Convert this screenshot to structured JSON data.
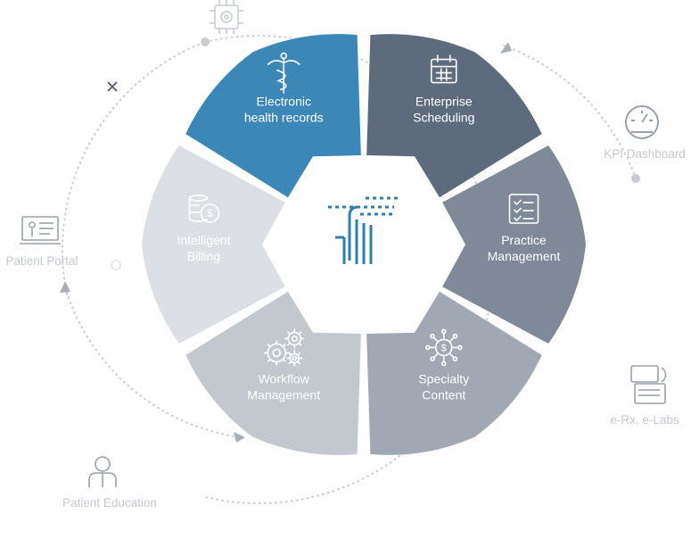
{
  "segments": [
    {
      "id": "ehr",
      "lines": [
        "Electronic",
        "health records"
      ],
      "icon": "caduceus-icon",
      "color": "#3a87b8"
    },
    {
      "id": "scheduling",
      "lines": [
        "Enterprise",
        "Scheduling"
      ],
      "icon": "calendar-icon",
      "color": "#5e6b7c"
    },
    {
      "id": "practice",
      "lines": [
        "Practice",
        "Management"
      ],
      "icon": "checklist-icon",
      "color": "#7f8998"
    },
    {
      "id": "specialty",
      "lines": [
        "Specialty",
        "Content"
      ],
      "icon": "dollar-network-icon",
      "color": "#a1a8b3"
    },
    {
      "id": "workflow",
      "lines": [
        "Workflow",
        "Management"
      ],
      "icon": "gears-icon",
      "color": "#c3c8cf"
    },
    {
      "id": "billing",
      "lines": [
        "Intelligent",
        "Billing"
      ],
      "icon": "coins-icon",
      "color": "#dcdfe3"
    }
  ],
  "outer": {
    "kpi": "KPI Dashboard",
    "erx": "e-Rx, e-Labs",
    "education": "Patient Education",
    "portal": "Patient Portal"
  },
  "colors": {
    "center_logo": "#2d7fae",
    "dots": "#c9cdd2",
    "outer_text": "#c4c9cf"
  }
}
